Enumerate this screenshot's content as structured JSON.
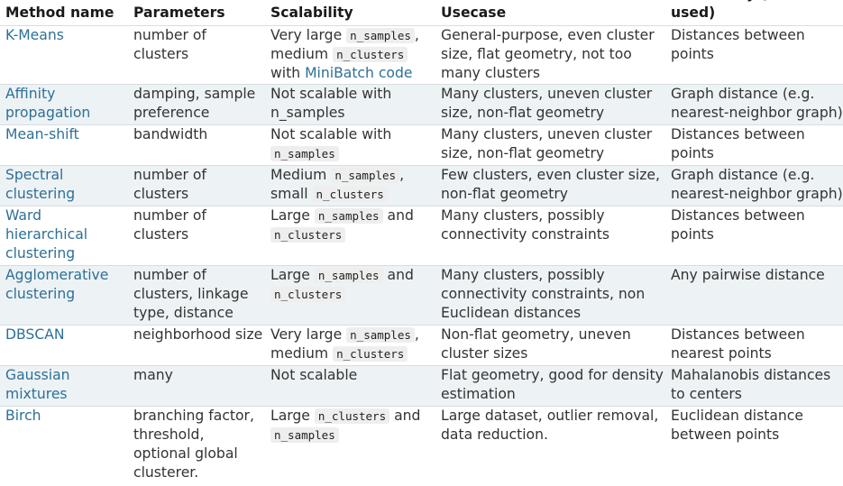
{
  "headers": {
    "method": "Method name",
    "parameters": "Parameters",
    "scalability": "Scalability",
    "usecase": "Usecase",
    "metric_top": "y (",
    "metric": "used)"
  },
  "rows": [
    {
      "method": "K-Means",
      "parameters": "number of clusters",
      "scal_1": "Very large",
      "scal_code1": "n_samples",
      "scal_2": ", medium",
      "scal_code2": "n_clusters",
      "scal_3": "with",
      "scal_link": "MiniBatch code",
      "usecase": "General-purpose, even cluster size, flat geometry, not too many clusters",
      "metric": "Distances between points"
    },
    {
      "method": "Affinity propagation",
      "parameters": "damping, sample preference",
      "scal_1": "Not scalable with n_samples",
      "usecase": "Many clusters, uneven cluster size, non-flat geometry",
      "metric": "Graph distance (e.g. nearest-neighbor graph)"
    },
    {
      "method": "Mean-shift",
      "parameters": "bandwidth",
      "scal_1": "Not scalable with",
      "scal_code1": "n_samples",
      "usecase": "Many clusters, uneven cluster size, non-flat geometry",
      "metric": "Distances between points"
    },
    {
      "method": "Spectral clustering",
      "parameters": "number of clusters",
      "scal_1": "Medium",
      "scal_code1": "n_samples",
      "scal_2": ", small",
      "scal_code2": "n_clusters",
      "usecase": "Few clusters, even cluster size, non-flat geometry",
      "metric": "Graph distance (e.g. nearest-neighbor graph)"
    },
    {
      "method": "Ward hierarchical clustering",
      "parameters": "number of clusters",
      "scal_1": "Large",
      "scal_code1": "n_samples",
      "scal_2": "and",
      "scal_code2": "n_clusters",
      "usecase": "Many clusters, possibly connectivity constraints",
      "metric": "Distances between points"
    },
    {
      "method": "Agglomerative clustering",
      "parameters": "number of clusters, linkage type, distance",
      "scal_1": "Large",
      "scal_code1": "n_samples",
      "scal_2": "and",
      "scal_code2": "n_clusters",
      "usecase": "Many clusters, possibly connectivity constraints, non Euclidean distances",
      "metric": "Any pairwise distance"
    },
    {
      "method": "DBSCAN",
      "parameters": "neighborhood size",
      "scal_1": "Very large",
      "scal_code1": "n_samples",
      "scal_2": ", medium",
      "scal_code2": "n_clusters",
      "usecase": "Non-flat geometry, uneven cluster sizes",
      "metric": "Distances between nearest points"
    },
    {
      "method": "Gaussian mixtures",
      "parameters": "many",
      "scal_1": "Not scalable",
      "usecase": "Flat geometry, good for density estimation",
      "metric": "Mahalanobis distances to centers"
    },
    {
      "method": "Birch",
      "parameters": "branching factor, threshold, optional global clusterer.",
      "scal_1": "Large",
      "scal_code1": "n_clusters",
      "scal_2": "and",
      "scal_code2": "n_samples",
      "usecase": "Large dataset, outlier removal, data reduction.",
      "metric": "Euclidean distance between points"
    }
  ]
}
